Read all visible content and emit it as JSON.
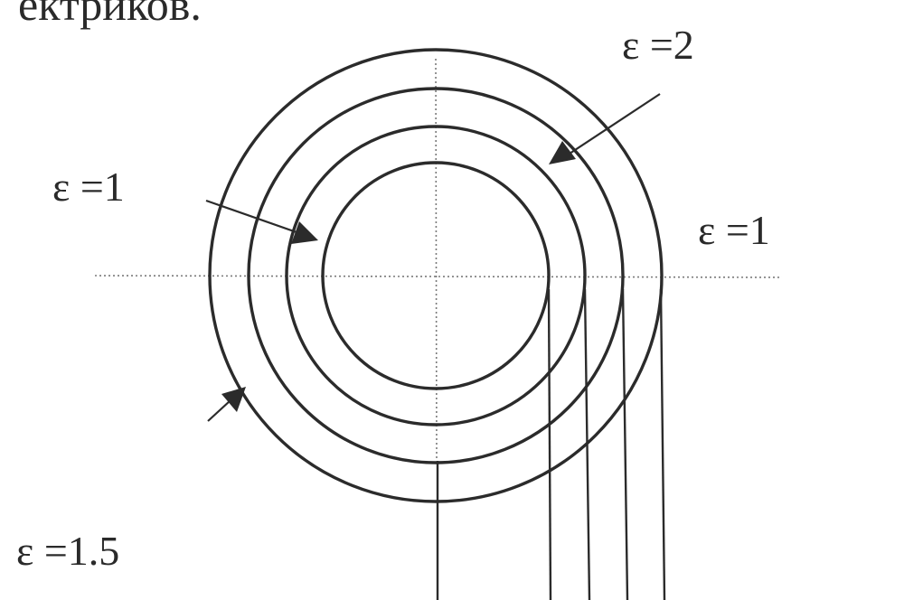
{
  "header": {
    "partial_text": "ектриков."
  },
  "labels": {
    "eps_top_right": "ε =2",
    "eps_left": "ε =1",
    "eps_right": "ε =1",
    "eps_bottom_left": "ε =1.5"
  },
  "colors": {
    "ink": "#2b2b2b",
    "axis": "#7a7a7a",
    "background": "#ffffff"
  }
}
